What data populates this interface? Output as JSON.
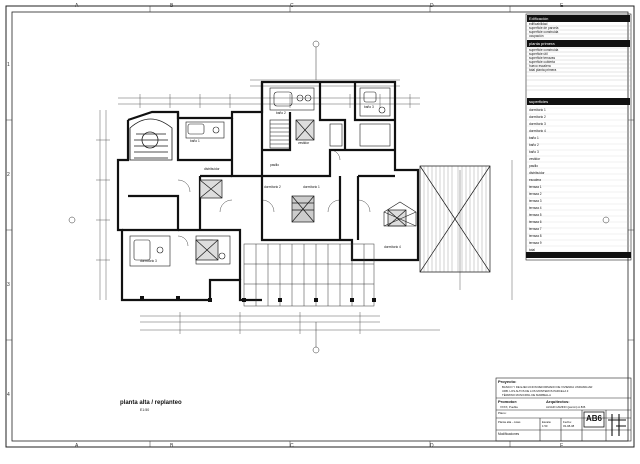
{
  "grid": {
    "columns": [
      "A",
      "B",
      "C",
      "D",
      "E"
    ],
    "rows": [
      "1",
      "2",
      "3",
      "4"
    ]
  },
  "plan": {
    "title": "planta alta / replanteo",
    "scale": "E1:50"
  },
  "rooms": [
    {
      "label": "dormitorio 1"
    },
    {
      "label": "dormitorio 2"
    },
    {
      "label": "dormitorio 3"
    },
    {
      "label": "dormitorio 4"
    },
    {
      "label": "baño 1"
    },
    {
      "label": "baño 2"
    },
    {
      "label": "baño 3"
    },
    {
      "label": "vestidor"
    },
    {
      "label": "pasillo"
    },
    {
      "label": "distribuidor"
    }
  ],
  "surface_table": {
    "sections": [
      {
        "title": "Edificación",
        "rows": [
          "superficie de parcela",
          "superficie construida",
          "ocupación",
          "edificabilidad"
        ]
      },
      {
        "title": "planta primera",
        "rows": [
          "superficie construida",
          "superficie útil",
          "superficie terrazas",
          "superficie cubierta",
          "hueco escalera",
          "total planta primera"
        ]
      },
      {
        "title": "superficies",
        "rows": [
          "dormitorio 1",
          "dormitorio 2",
          "dormitorio 3",
          "dormitorio 4",
          "baño 1",
          "baño 2",
          "baño 3",
          "vestidor",
          "pasillo",
          "distribuidor",
          "escalera",
          "terraza 1",
          "terraza 2",
          "terraza 3",
          "terraza 4",
          "terraza 5",
          "terraza 6",
          "terraza 7",
          "terraza 8",
          "terraza 9",
          "total"
        ]
      }
    ]
  },
  "title_block": {
    "proyecto_label": "Proyecto:",
    "proyecto_text": "BASICO Y DE EJECUCION REFORMADO DE VIVIENDA UNIFAMILIAR",
    "proyecto_text2": "URB. LOS ALTOS DE LOS MONTEROS PARCELA 3",
    "proyecto_text3": "TÉRMINO MUNICIPAL DE MARBELLA",
    "promotor_label": "Promotor:",
    "promotor_text": "XXXX, Puebla",
    "arquitecto_label": "Arquitectos:",
    "arquitecto_text": "ALVAR CAMINO (jasmin) A.B.B.",
    "plano_label": "Plano:",
    "plano_text": "Planta alta - cotas",
    "escala_label": "Escala:",
    "escala_value": "1:50",
    "fecha_label": "Fecha:",
    "fecha_value": "03-08-08",
    "sheet_code": "AB6",
    "modificaciones_label": "Modificaciones"
  }
}
